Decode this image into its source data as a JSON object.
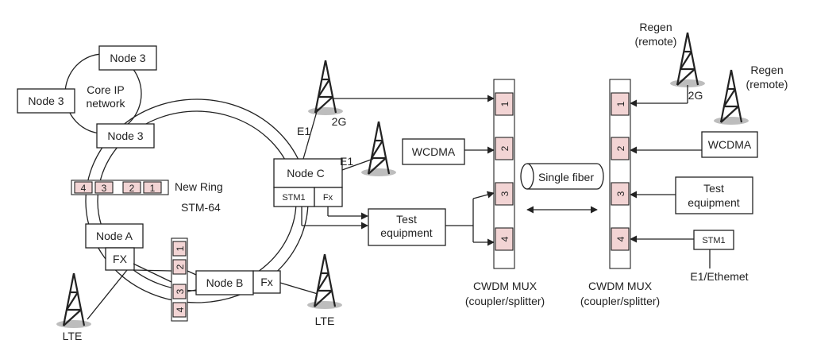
{
  "nodes": {
    "node3_top": "Node 3",
    "node3_left": "Node 3",
    "node3_bottom": "Node 3",
    "node_a": "Node A",
    "node_b": "Node B",
    "node_c": "Node C",
    "fx_a": "FX",
    "fx_b": "Fx",
    "fx_c": "Fx",
    "stm1_c": "STM1"
  },
  "core": {
    "line1": "Core IP",
    "line2": "network"
  },
  "ring": {
    "line1": "New Ring",
    "line2": "STM-64"
  },
  "channels_horizontal": [
    "4",
    "3",
    "2",
    "1"
  ],
  "channels_vertical": [
    "1",
    "2",
    "3",
    "4"
  ],
  "mux_channels": [
    "1",
    "2",
    "3",
    "4"
  ],
  "towers": {
    "lte_left": "LTE",
    "lte_bottom": "LTE",
    "e1_top": "E1",
    "twog_top": "2G",
    "e1_mid": "E1",
    "regen1_line1": "Regen",
    "regen1_line2": "(remote)",
    "regen2_line1": "Regen",
    "regen2_line2": "(remote)",
    "twog_right": "2G"
  },
  "boxes": {
    "wcdma_left": "WCDMA",
    "wcdma_right": "WCDMA",
    "test_mid_line1": "Test",
    "test_mid_line2": "equipment",
    "test_right_line1": "Test",
    "test_right_line2": "equipment",
    "stm1_right": "STM1",
    "single_fiber": "Single fiber"
  },
  "labels": {
    "e1_ethernet": "E1/Ethemet",
    "mux_left_line1": "CWDM MUX",
    "mux_left_line2": "(coupler/splitter)",
    "mux_right_line1": "CWDM MUX",
    "mux_right_line2": "(coupler/splitter)"
  },
  "colors": {
    "slot_fill": "#f2d4d4",
    "tower_base": "#bdbdbd",
    "line": "#222222"
  }
}
